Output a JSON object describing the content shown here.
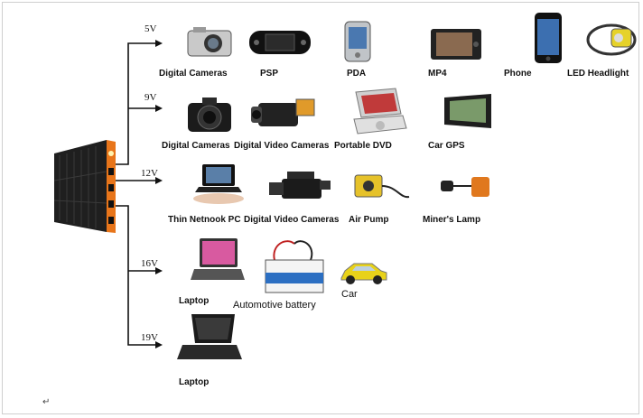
{
  "voltages": [
    "5V",
    "9V",
    "12V",
    "16V",
    "19V"
  ],
  "devices": {
    "row_5v": [
      "Digital Cameras",
      "PSP",
      "PDA",
      "MP4",
      "Phone",
      "LED Headlight"
    ],
    "row_9v": [
      "Digital Cameras",
      "Digital Video Cameras",
      "Portable DVD",
      "Car GPS"
    ],
    "row_12v": [
      "Thin Netnook PC",
      "Digital Video Cameras",
      "Air Pump",
      "Miner's Lamp"
    ],
    "row_16v": [
      "Laptop",
      "Automotive battery",
      "Car"
    ],
    "row_19v": [
      "Laptop"
    ]
  },
  "return_mark": "↵",
  "colors": {
    "wire": "#111111",
    "power_bank_body": "#2a2a2a",
    "power_bank_accent": "#e8751a",
    "battery_blue": "#2c6fc2",
    "car_yellow": "#e8d21a"
  }
}
